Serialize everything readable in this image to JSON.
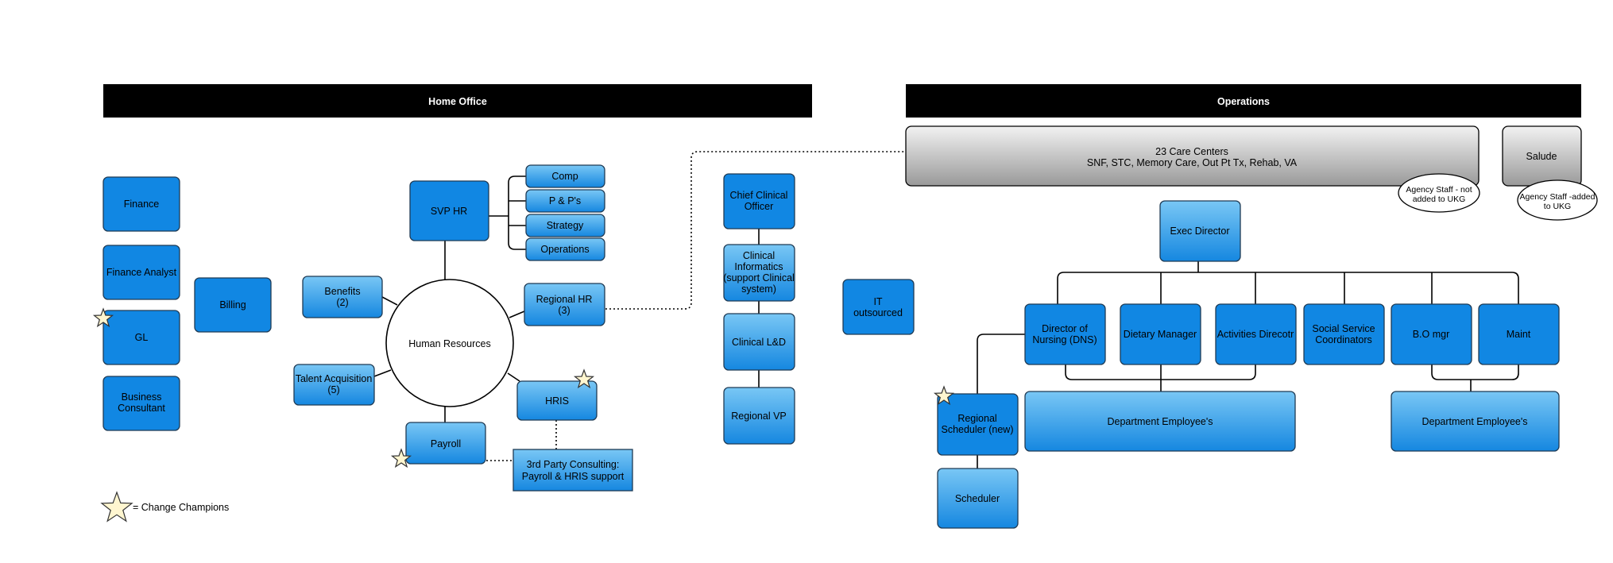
{
  "headers": {
    "home_office": "Home Office",
    "operations": "Operations"
  },
  "nodes": {
    "finance": "Finance",
    "finance_analyst": "Finance Analyst",
    "gl": "GL",
    "business_consultant": [
      "Business",
      "Consultant"
    ],
    "billing": "Billing",
    "svp_hr": "SVP HR",
    "comp": "Comp",
    "pps": "P & P's",
    "strategy": "Strategy",
    "operations_sub": "Operations",
    "benefits": [
      "Benefits",
      "(2)"
    ],
    "human_resources": "Human Resources",
    "regional_hr": [
      "Regional HR",
      "(3)"
    ],
    "talent_acquisition": [
      "Talent Acquisition",
      "(5)"
    ],
    "hris": "HRIS",
    "payroll": "Payroll",
    "third_party": [
      "3rd Party Consulting:",
      "Payroll & HRIS support"
    ],
    "chief_clinical": [
      "Chief Clinical",
      "Officer"
    ],
    "clinical_informatics": [
      "Clinical",
      "Informatics",
      "(support Clinical",
      "system)"
    ],
    "clinical_ld": "Clinical L&D",
    "regional_vp": "Regional VP",
    "it_outsourced": [
      "IT",
      "outsourced"
    ],
    "care_centers": [
      "23 Care Centers",
      "SNF, STC, Memory Care, Out Pt Tx, Rehab, VA"
    ],
    "salude": "Salude",
    "agency_not_added": [
      "Agency Staff - not",
      "added to UKG"
    ],
    "agency_added": [
      "Agency Staff -added",
      "to UKG"
    ],
    "exec_director": "Exec Director",
    "director_nursing": [
      "Director of",
      "Nursing (DNS)"
    ],
    "dietary_manager": "Dietary Manager",
    "activities_director": "Activities Direcotr",
    "social_service": [
      "Social Service",
      "Coordinators"
    ],
    "bo_mgr": "B.O mgr",
    "maint": "Maint",
    "regional_scheduler": [
      "Regional",
      "Scheduler (new)"
    ],
    "scheduler": "Scheduler",
    "dept_employees_1": "Department Employee's",
    "dept_employees_2": "Department Employee's"
  },
  "legend": {
    "label": "= Change Champions",
    "icon": "star-icon"
  },
  "colors": {
    "header_bg": "#000000",
    "box_bright": "#1187e3",
    "box_gradient_top": "#79c7f5",
    "box_gradient_bottom": "#1587e0",
    "gray_top": "#f2f2f2",
    "gray_bottom": "#999999",
    "star_fill": "#fff6d0"
  }
}
